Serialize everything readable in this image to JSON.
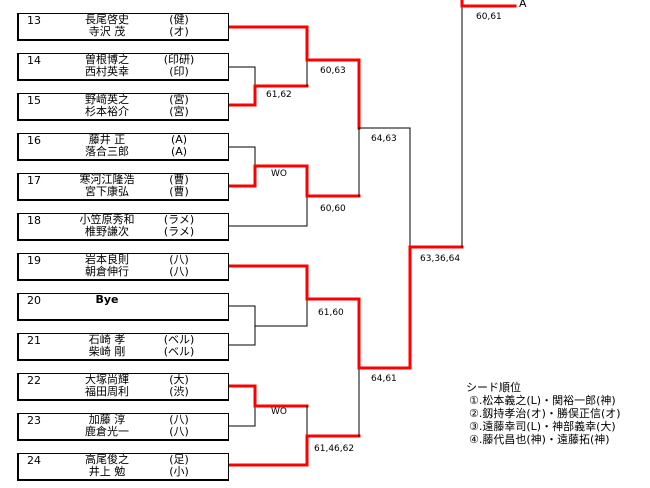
{
  "entries": [
    {
      "num": "13",
      "p1": "長尾啓史",
      "a1": "(健)",
      "p2": "寺沢 茂",
      "a2": "(オ)"
    },
    {
      "num": "14",
      "p1": "曽根博之",
      "a1": "(印研)",
      "p2": "西村英幸",
      "a2": "(印)"
    },
    {
      "num": "15",
      "p1": "野﨑英之",
      "a1": "(宮)",
      "p2": "杉本裕介",
      "a2": "(宮)"
    },
    {
      "num": "16",
      "p1": "藤井 正",
      "a1": "(A)",
      "p2": "落合三郎",
      "a2": "(A)"
    },
    {
      "num": "17",
      "p1": "寒河江隆浩",
      "a1": "(曹)",
      "p2": "宮下康弘",
      "a2": "(曹)"
    },
    {
      "num": "18",
      "p1": "小笠原秀和",
      "a1": "(ラメ)",
      "p2": "椎野謙次",
      "a2": "(ラメ)"
    },
    {
      "num": "19",
      "p1": "岩本良則",
      "a1": "(八)",
      "p2": "朝倉伸行",
      "a2": "(八)"
    },
    {
      "num": "20",
      "p1": "Bye",
      "a1": "",
      "p2": "",
      "a2": "",
      "bye": true
    },
    {
      "num": "21",
      "p1": "石崎 孝",
      "a1": "(ベル)",
      "p2": "柴崎 剛",
      "a2": "(ベル)"
    },
    {
      "num": "22",
      "p1": "大塚尚輝",
      "a1": "(大)",
      "p2": "福田周利",
      "a2": "(渋)"
    },
    {
      "num": "23",
      "p1": "加藤 淳",
      "a1": "(八)",
      "p2": "鹿倉光一",
      "a2": "(八)"
    },
    {
      "num": "24",
      "p1": "高尾俊之",
      "a1": "(足)",
      "p2": "井上 勉",
      "a2": "(小)"
    }
  ],
  "scores": {
    "r1_14_15": "61,62",
    "r1_16_17": "WO",
    "r1_20_21": "",
    "r1_22_23": "WO",
    "r2_a": "60,63",
    "r2_b": "60,60",
    "r2_c": "61,60",
    "r2_d": "61,46,62",
    "r3_a": "64,63",
    "r3_b": "64,61",
    "r4": "63,36,64",
    "r5": "60,61"
  },
  "final_label": "A",
  "seeds": {
    "title": "シード順位",
    "items": [
      "①.松本義之(L)・関裕一郎(神)",
      "②.釼持孝治(オ)・勝俣正信(オ)",
      "③.遠藤幸司(L)・神部義幸(大)",
      "④.藤代昌也(神)・遠藤拓(神)"
    ]
  },
  "colors": {
    "winner": "#ff0000",
    "line": "#000000"
  }
}
